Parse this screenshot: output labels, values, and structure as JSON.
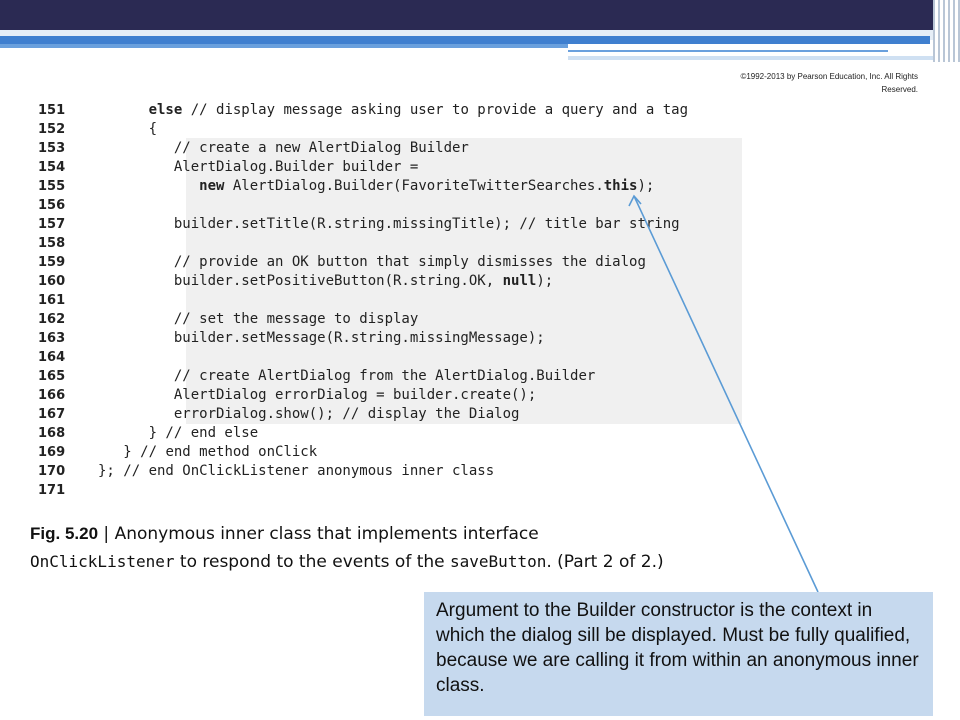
{
  "copyright": "©1992-2013 by Pearson Education, Inc. All Rights Reserved.",
  "code": [
    {
      "ln": "151",
      "indent": "      ",
      "parts": [
        {
          "t": "else",
          "b": true
        },
        {
          "t": " // display message asking user to provide a query and a tag"
        }
      ]
    },
    {
      "ln": "152",
      "indent": "      ",
      "parts": [
        {
          "t": "{"
        }
      ]
    },
    {
      "ln": "153",
      "indent": "         ",
      "parts": [
        {
          "t": "// create a new AlertDialog Builder"
        }
      ]
    },
    {
      "ln": "154",
      "indent": "         ",
      "parts": [
        {
          "t": "AlertDialog.Builder builder ="
        }
      ]
    },
    {
      "ln": "155",
      "indent": "            ",
      "parts": [
        {
          "t": "new",
          "b": true
        },
        {
          "t": " AlertDialog.Builder(FavoriteTwitterSearches."
        },
        {
          "t": "this",
          "b": true
        },
        {
          "t": ");"
        }
      ]
    },
    {
      "ln": "156",
      "indent": "",
      "parts": []
    },
    {
      "ln": "157",
      "indent": "         ",
      "parts": [
        {
          "t": "builder.setTitle(R.string.missingTitle); // title bar string"
        }
      ]
    },
    {
      "ln": "158",
      "indent": "",
      "parts": []
    },
    {
      "ln": "159",
      "indent": "         ",
      "parts": [
        {
          "t": "// provide an OK button that simply dismisses the dialog"
        }
      ]
    },
    {
      "ln": "160",
      "indent": "         ",
      "parts": [
        {
          "t": "builder.setPositiveButton(R.string.OK, "
        },
        {
          "t": "null",
          "b": true
        },
        {
          "t": ");"
        }
      ]
    },
    {
      "ln": "161",
      "indent": "",
      "parts": []
    },
    {
      "ln": "162",
      "indent": "         ",
      "parts": [
        {
          "t": "// set the message to display"
        }
      ]
    },
    {
      "ln": "163",
      "indent": "         ",
      "parts": [
        {
          "t": "builder.setMessage(R.string.missingMessage);"
        }
      ]
    },
    {
      "ln": "164",
      "indent": "",
      "parts": []
    },
    {
      "ln": "165",
      "indent": "         ",
      "parts": [
        {
          "t": "// create AlertDialog from the AlertDialog.Builder"
        }
      ]
    },
    {
      "ln": "166",
      "indent": "         ",
      "parts": [
        {
          "t": "AlertDialog errorDialog = builder.create();"
        }
      ]
    },
    {
      "ln": "167",
      "indent": "         ",
      "parts": [
        {
          "t": "errorDialog.show(); // display the Dialog"
        }
      ]
    },
    {
      "ln": "168",
      "indent": "      ",
      "parts": [
        {
          "t": "} // end else"
        }
      ]
    },
    {
      "ln": "169",
      "indent": "   ",
      "parts": [
        {
          "t": "} // end method onClick"
        }
      ]
    },
    {
      "ln": "170",
      "indent": "",
      "parts": [
        {
          "t": "}; // end OnClickListener anonymous inner class"
        }
      ]
    },
    {
      "ln": "171",
      "indent": "",
      "parts": []
    }
  ],
  "caption": {
    "fig": "Fig. 5.20",
    "sep": "  |  ",
    "text1": "Anonymous inner class that implements interface ",
    "code1": "OnClickListener",
    "text2": " to respond to the events of the ",
    "code2": "saveButton",
    "text3": ". (Part 2 of 2.)"
  },
  "callout": "Argument to the Builder constructor is the context in which the dialog sill be displayed. Must be fully qualified, because we are calling it from within an anonymous inner class.",
  "colors": {
    "arrow": "#5b9bd5",
    "callout_bg": "#c6d9ee",
    "header": "#2b2a53"
  }
}
